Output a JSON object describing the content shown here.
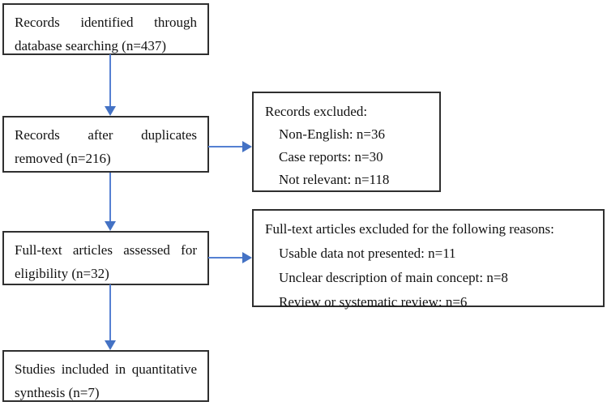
{
  "figure": {
    "kind": "study-selection-flowchart",
    "colors": {
      "arrow": "#4472c4",
      "box_border": "#2f2f2f",
      "text": "#111111",
      "background": "#ffffff"
    },
    "boxes": {
      "identified": {
        "lines": [
          "Records identified through",
          "database searching (n=437)"
        ],
        "n": 437
      },
      "deduplicated": {
        "lines": [
          "Records after duplicates",
          "removed (n=216)"
        ],
        "n": 216
      },
      "records_excluded": {
        "lines": [
          "Records excluded:",
          "Non-English: n=36",
          "Case reports: n=30",
          "Not relevant: n=118"
        ]
      },
      "fulltext_assessed": {
        "lines": [
          "Full-text articles assessed for",
          "eligibility (n=32)"
        ],
        "n": 32
      },
      "fulltext_excluded": {
        "lines": [
          "Full-text articles excluded for the following reasons:",
          "Usable data not presented: n=11",
          "Unclear description of main concept: n=8",
          "Review or systematic review: n=6"
        ]
      },
      "included": {
        "lines": [
          "Studies included in quantitative",
          "synthesis (n=7)"
        ],
        "n": 7
      }
    }
  }
}
